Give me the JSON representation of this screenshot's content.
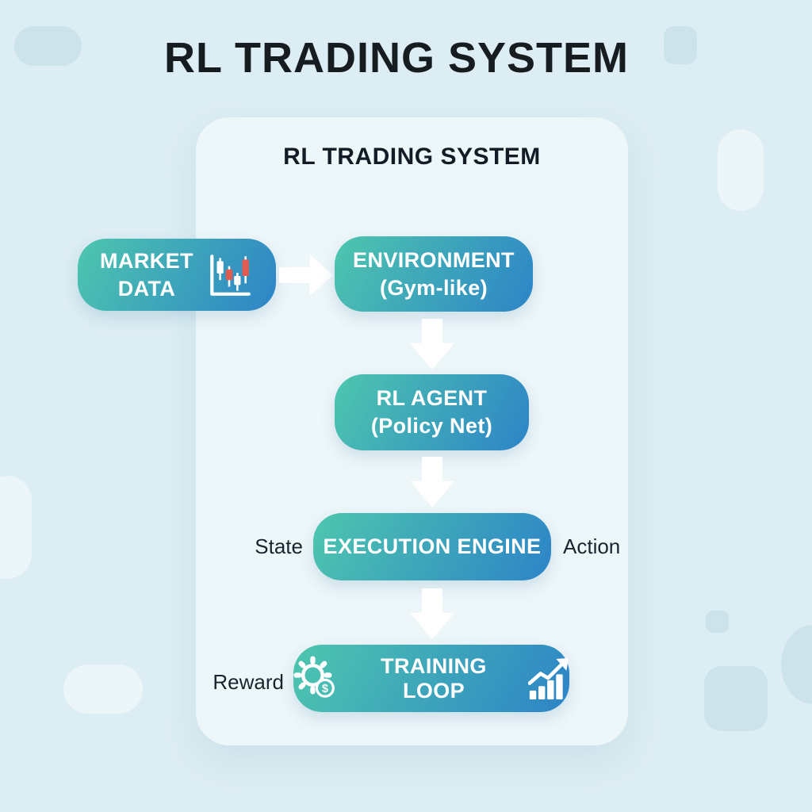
{
  "header": {
    "title": "RL TRADING SYSTEM"
  },
  "panel": {
    "title": "RL TRADING SYSTEM"
  },
  "nodes": {
    "market_data": {
      "line1": "MARKET",
      "line2": "DATA",
      "icon": "candlestick-chart-icon"
    },
    "environment": {
      "line1": "ENVIRONMENT",
      "line2": "(Gym-like)"
    },
    "rl_agent": {
      "line1": "RL AGENT",
      "line2": "(Policy Net)"
    },
    "execution_engine": {
      "label": "EXECUTION ENGINE"
    },
    "training_loop": {
      "label": "TRAINING LOOP",
      "icon_left": "gear-dollar-icon",
      "icon_right": "growth-chart-icon"
    }
  },
  "edge_labels": {
    "state": "State",
    "action": "Action",
    "reward": "Reward"
  },
  "icons": {
    "dollar_symbol": "$"
  },
  "colors": {
    "background": "#dcedf3",
    "panel": "#edf6f9",
    "node_gradient_start": "#4ec6ae",
    "node_gradient_end": "#2d84c7",
    "candle_red": "#e25b4e",
    "node_text": "#ffffff",
    "arrow": "#ffffff",
    "text_dark": "#171c21"
  }
}
